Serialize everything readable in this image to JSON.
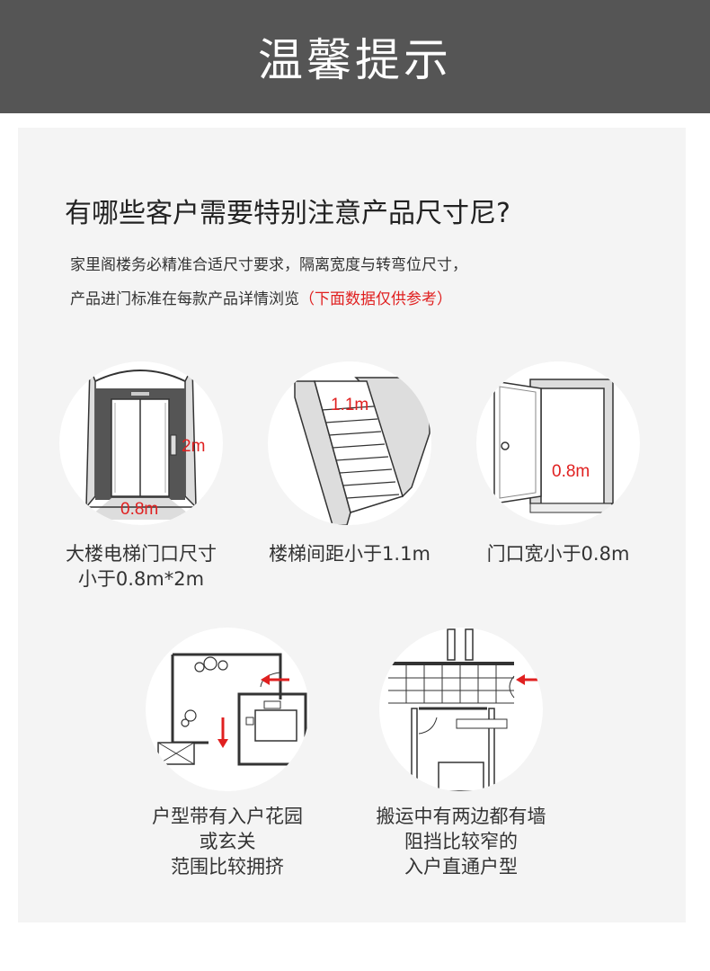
{
  "header": {
    "title": "温馨提示"
  },
  "section": {
    "question": "有哪些客户需要特别注意产品尺寸尼?",
    "intro_line1": "家里阁楼务必精准合适尺寸要求，隔离宽度与转弯位尺寸，",
    "intro_line2_prefix": "产品进门标准在每款产品详情浏览",
    "intro_line2_highlight": "（下面数据仅供参考）"
  },
  "items": [
    {
      "label_height": "2m",
      "label_width": "0.8m",
      "caption_line1": "大楼电梯门口尺寸",
      "caption_line2": "小于0.8m*2m"
    },
    {
      "label_width": "1.1m",
      "caption_line1": "楼梯间距小于1.1m"
    },
    {
      "label_width": "0.8m",
      "caption_line1": "门口宽小于0.8m"
    },
    {
      "caption_line1": "户型带有入户花园",
      "caption_line2": "或玄关",
      "caption_line3": "范围比较拥挤"
    },
    {
      "caption_line1": "搬运中有两边都有墙",
      "caption_line2": "阻挡比较窄的",
      "caption_line3": "入户直通户型"
    }
  ],
  "colors": {
    "header_bg": "#555555",
    "panel_bg": "#f4f4f4",
    "highlight": "#e02020",
    "dim_label": "#e02020"
  }
}
